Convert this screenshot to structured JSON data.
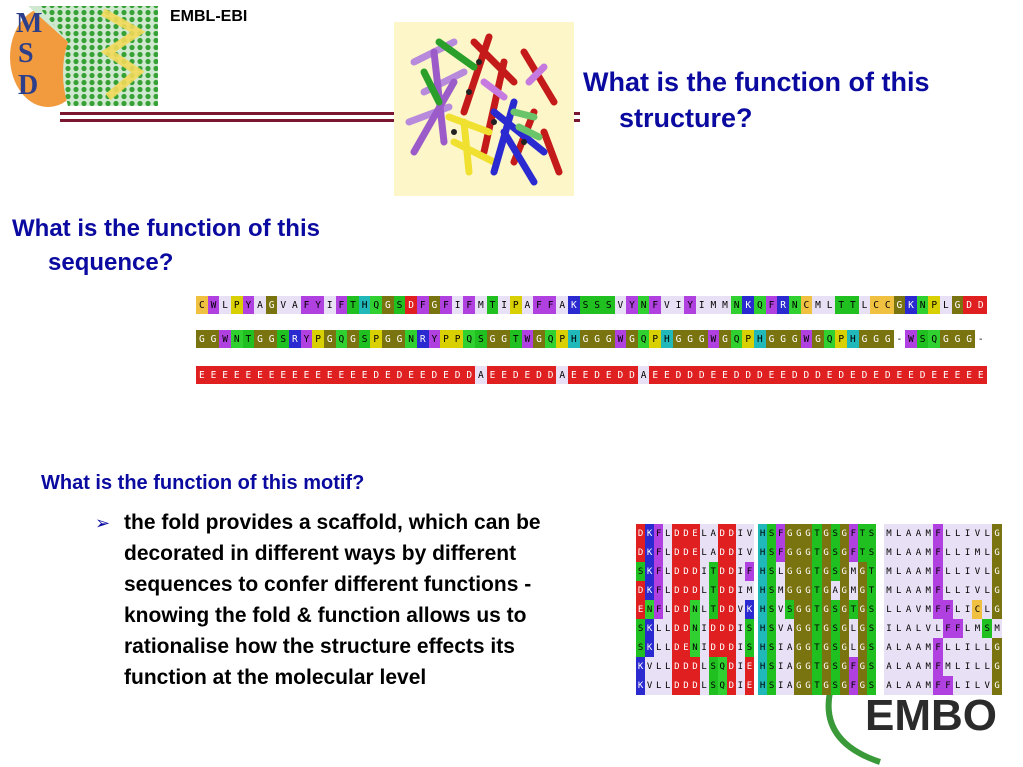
{
  "header": {
    "org_label": "EMBL-EBI",
    "logo_letters": [
      "M",
      "S",
      "D"
    ]
  },
  "questions": {
    "structure_line1": "What is the function of this",
    "structure_line2": "structure?",
    "sequence_line1": "What is the function of this",
    "sequence_line2": "sequence?",
    "motif": "What is the function of this motif?"
  },
  "bullet": {
    "text": "the fold provides a scaffold, which can be decorated in different ways by different sequences to confer different functions - knowing the fold & function allows us to rationalise how the structure effects its function at the molecular level"
  },
  "sequence_rows": [
    "CWLPYAGVAFYIFTHQGSDFGFIFMTIPAFFAKSSSVYNFVIYIMMNKQFRNCMLTTLCCGKNPLGDD",
    "GGWNTGGSRYPGQGSPGGNRYPPQSGGTWGQPHGGGWGQPHGGGWGQPHGGGWGQPHGGG-WSQGGG-",
    "EEEEEEEEEEEEEEEDEDEEDEDDAEEDEDDAEEDEDDAEEDDDEEDDDEEDDDEDEDEDEEDEEEEE"
  ],
  "motif_rows": [
    [
      "DKFLDDELADDIV",
      "HSFGGGTGSGFTS",
      "MLAAMFLLIVLG"
    ],
    [
      "DKFLDDELADDIV",
      "HSFGGGTGSGFTS",
      "MLAAMFLLIMLG"
    ],
    [
      "SKFLDDDITDDIF",
      "HSLGGGTGSGMGT",
      "MLAAMFLLIVLG"
    ],
    [
      "DKFLDDDLTDDIM",
      "HSMGGGTGAGMGT",
      "MLAAMFLLIVLG"
    ],
    [
      "ENFLDDNLTDDVK",
      "HSVSGGTGSGTGS",
      "LLAVMFFLICLG"
    ],
    [
      "SKLLDDNIDDDIS",
      "HSVAGGTGSGLGS",
      "ILALVLFFLMSMG"
    ],
    [
      "SKLLDENIDDDIS",
      "HSIAGGTGSGLGS",
      "ALAAMFLLILLG"
    ],
    [
      "KVLLDDDLSQDIE",
      "HSIAGGTGSGFGS",
      "ALAAMFMLILLG"
    ],
    [
      "KVLLDDDLSQDIE",
      "HSIAGGTGSGFGS",
      "ALAAMFFLILVG"
    ]
  ],
  "colors": {
    "question_blue": "#0a0aa0",
    "rule_maroon": "#7a1630",
    "structure_bg": "#fdf6c9",
    "logo_green": "#2f8a2a",
    "logo_orange": "#f08a1c",
    "embo_green": "#3a9a3a"
  },
  "icons": {
    "bullet": "arrow-bullet-icon"
  },
  "embo_label": "EMBO"
}
